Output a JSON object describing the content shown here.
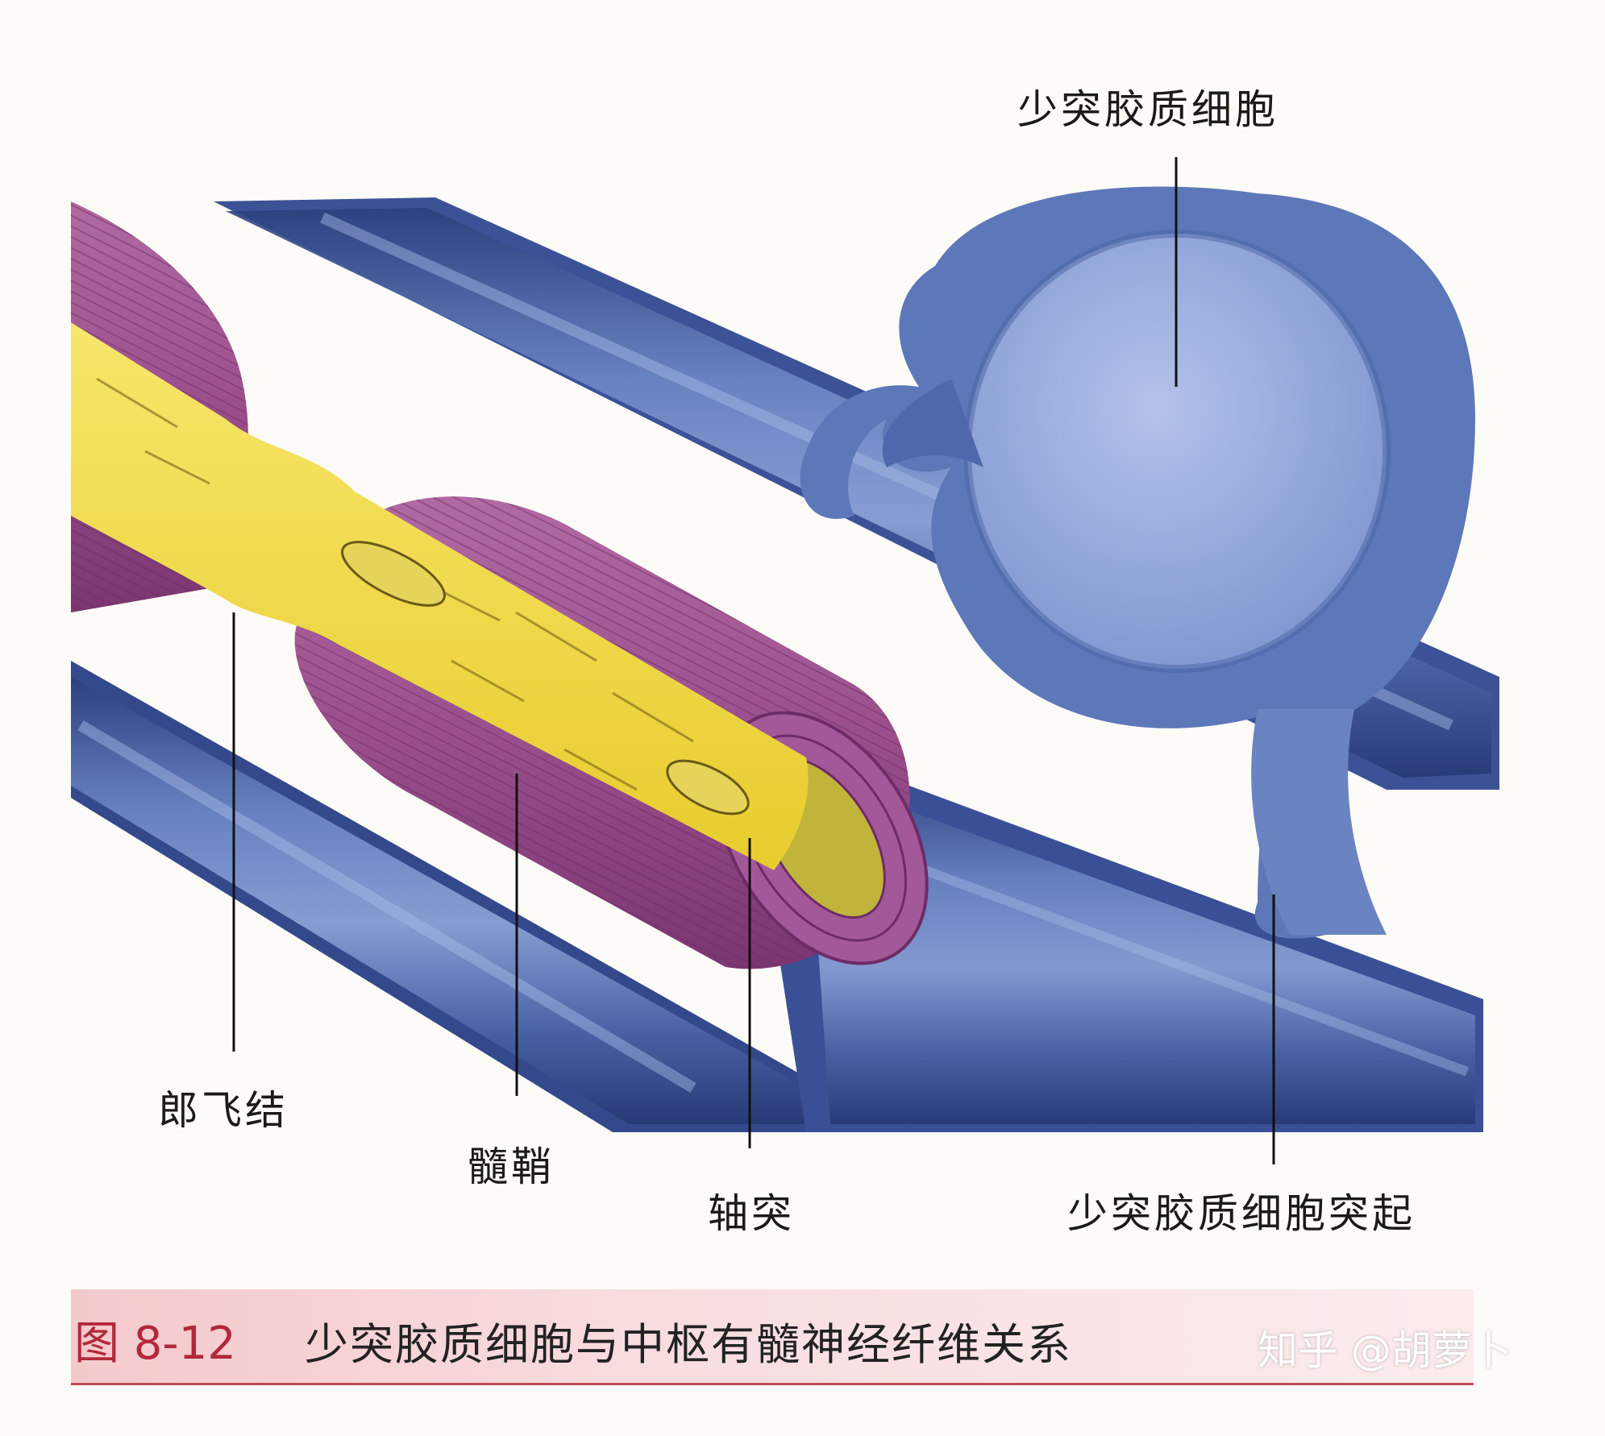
{
  "labels": {
    "oligodendrocyte": "少突胶质细胞",
    "node_of_ranvier": "郎飞结",
    "myelin_sheath": "髓鞘",
    "axon": "轴突",
    "oligodendrocyte_process": "少突胶质细胞突起"
  },
  "caption": {
    "number": "图 8-12",
    "text": "少突胶质细胞与中枢有髓神经纤维关系"
  },
  "watermark": "知乎 @胡萝卜",
  "colors": {
    "glia_blue": "#5d78b8",
    "glia_dark": "#2f4684",
    "myelin_purple": "#9a4f8c",
    "axon_yellow": "#f2dc4a",
    "caption_red": "#b3283c"
  }
}
